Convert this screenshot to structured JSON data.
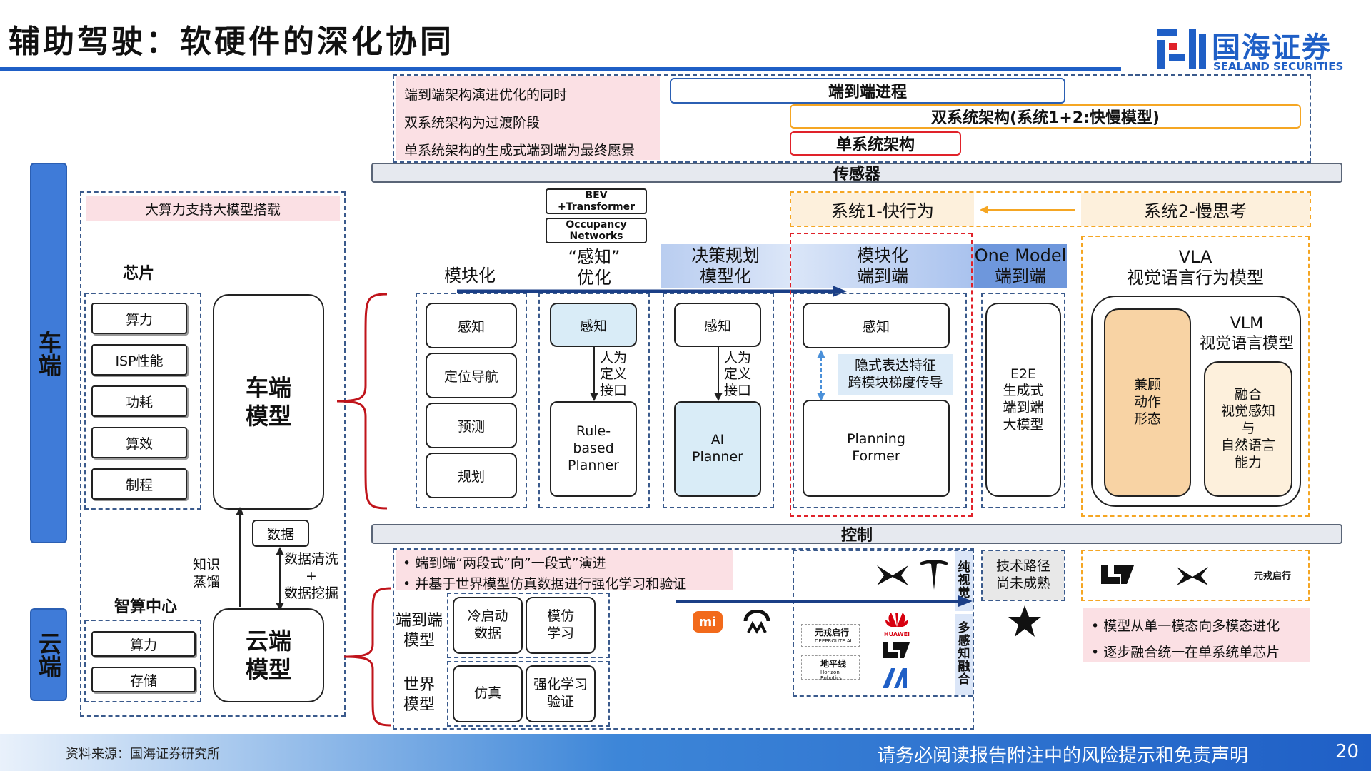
{
  "header": {
    "title": "辅助驾驶：软硬件的深化协同",
    "logo_cn": "国海证券",
    "logo_en": "SEALAND SECURITIES"
  },
  "top": {
    "notes": [
      "端到端架构演进优化的同时",
      "双系统架构为过渡阶段",
      "单系统架构的生成式端到端为最终愿景"
    ],
    "e2e_progress": "端到端进程",
    "dual_system": "双系统架构(系统1+2:快慢模型)",
    "single_system": "单系统架构",
    "sensor": "传感器",
    "control": "控制"
  },
  "left": {
    "car": "车端",
    "cloud": "云端",
    "compute_note": "大算力支持大模型搭载",
    "chip": "芯片",
    "chip_items": [
      "算力",
      "ISP性能",
      "功耗",
      "算效",
      "制程"
    ],
    "car_model": "车端\n模型",
    "data": "数据",
    "distill": "知识\n蒸馏",
    "clean": "数据清洗\n+\n数据挖掘",
    "center": "智算中心",
    "center_items": [
      "算力",
      "存储"
    ],
    "cloud_model": "云端\n模型"
  },
  "stages": {
    "bev": "BEV\n+Transformer",
    "occ": "Occupancy\nNetworks",
    "modular": "模块化",
    "perception_opt": "“感知”\n优化",
    "planning_opt": "决策规划\n模型化",
    "modular_e2e": "模块化\n端到端",
    "one_model": "One Model\n端到端",
    "sys1": "系统1-快行为",
    "sys2": "系统2-慢思考",
    "vla": "VLA\n视觉语言行为模型",
    "vlm": "VLM\n视觉语言模型"
  },
  "col1": [
    "感知",
    "定位导航",
    "预测",
    "规划"
  ],
  "col2": {
    "top": "感知",
    "mid": "人为\n定义\n接口",
    "bot": "Rule-\nbased\nPlanner"
  },
  "col3": {
    "top": "感知",
    "mid": "人为\n定义\n接口",
    "bot": "AI\nPlanner"
  },
  "col4": {
    "top": "感知",
    "mid": "隐式表达特征\n跨模块梯度传导",
    "bot": "Planning\nFormer"
  },
  "col5": "E2E\n生成式\n端到端\n大模型",
  "col6": {
    "left": "兼顾\n动作\n形态",
    "right": "融合\n视觉感知\n与\n自然语言\n能力"
  },
  "bottom": {
    "notes": [
      "端到端“两段式”向”一段式”演进",
      "并基于世界模型仿真数据进行强化学习和验证"
    ],
    "e2e_model": "端到端\n模型",
    "world_model": "世界\n模型",
    "cells": [
      "冷启动\n数据",
      "模仿\n学习",
      "仿真",
      "强化学习\n验证"
    ],
    "pure_vision": "纯\n视\n觉",
    "multi_fusion": "多\n感\n知\n融\n合",
    "tech_route": "技术路径\n尚未成熟",
    "right_notes": [
      "模型从单一模态向多模态进化",
      "逐步融合统一在单系统单芯片"
    ],
    "brand_yuanrong": "元戎启行",
    "brand_yuanrong_en": "DEEPROUTE.AI",
    "brand_huawei": "HUAWEI",
    "brand_dipx": "地平线",
    "brand_dipx_en": "Horizon Robotics"
  },
  "footer": {
    "source": "资料来源：国海证券研究所",
    "disclaimer": "请务必阅读报告附注中的风险提示和免责声明",
    "page": "20"
  },
  "colors": {
    "primary": "#1f5fc6",
    "navy": "#1b3f87",
    "orange": "#f5a623",
    "red": "#e0222a",
    "pink": "#fbe0e4"
  }
}
